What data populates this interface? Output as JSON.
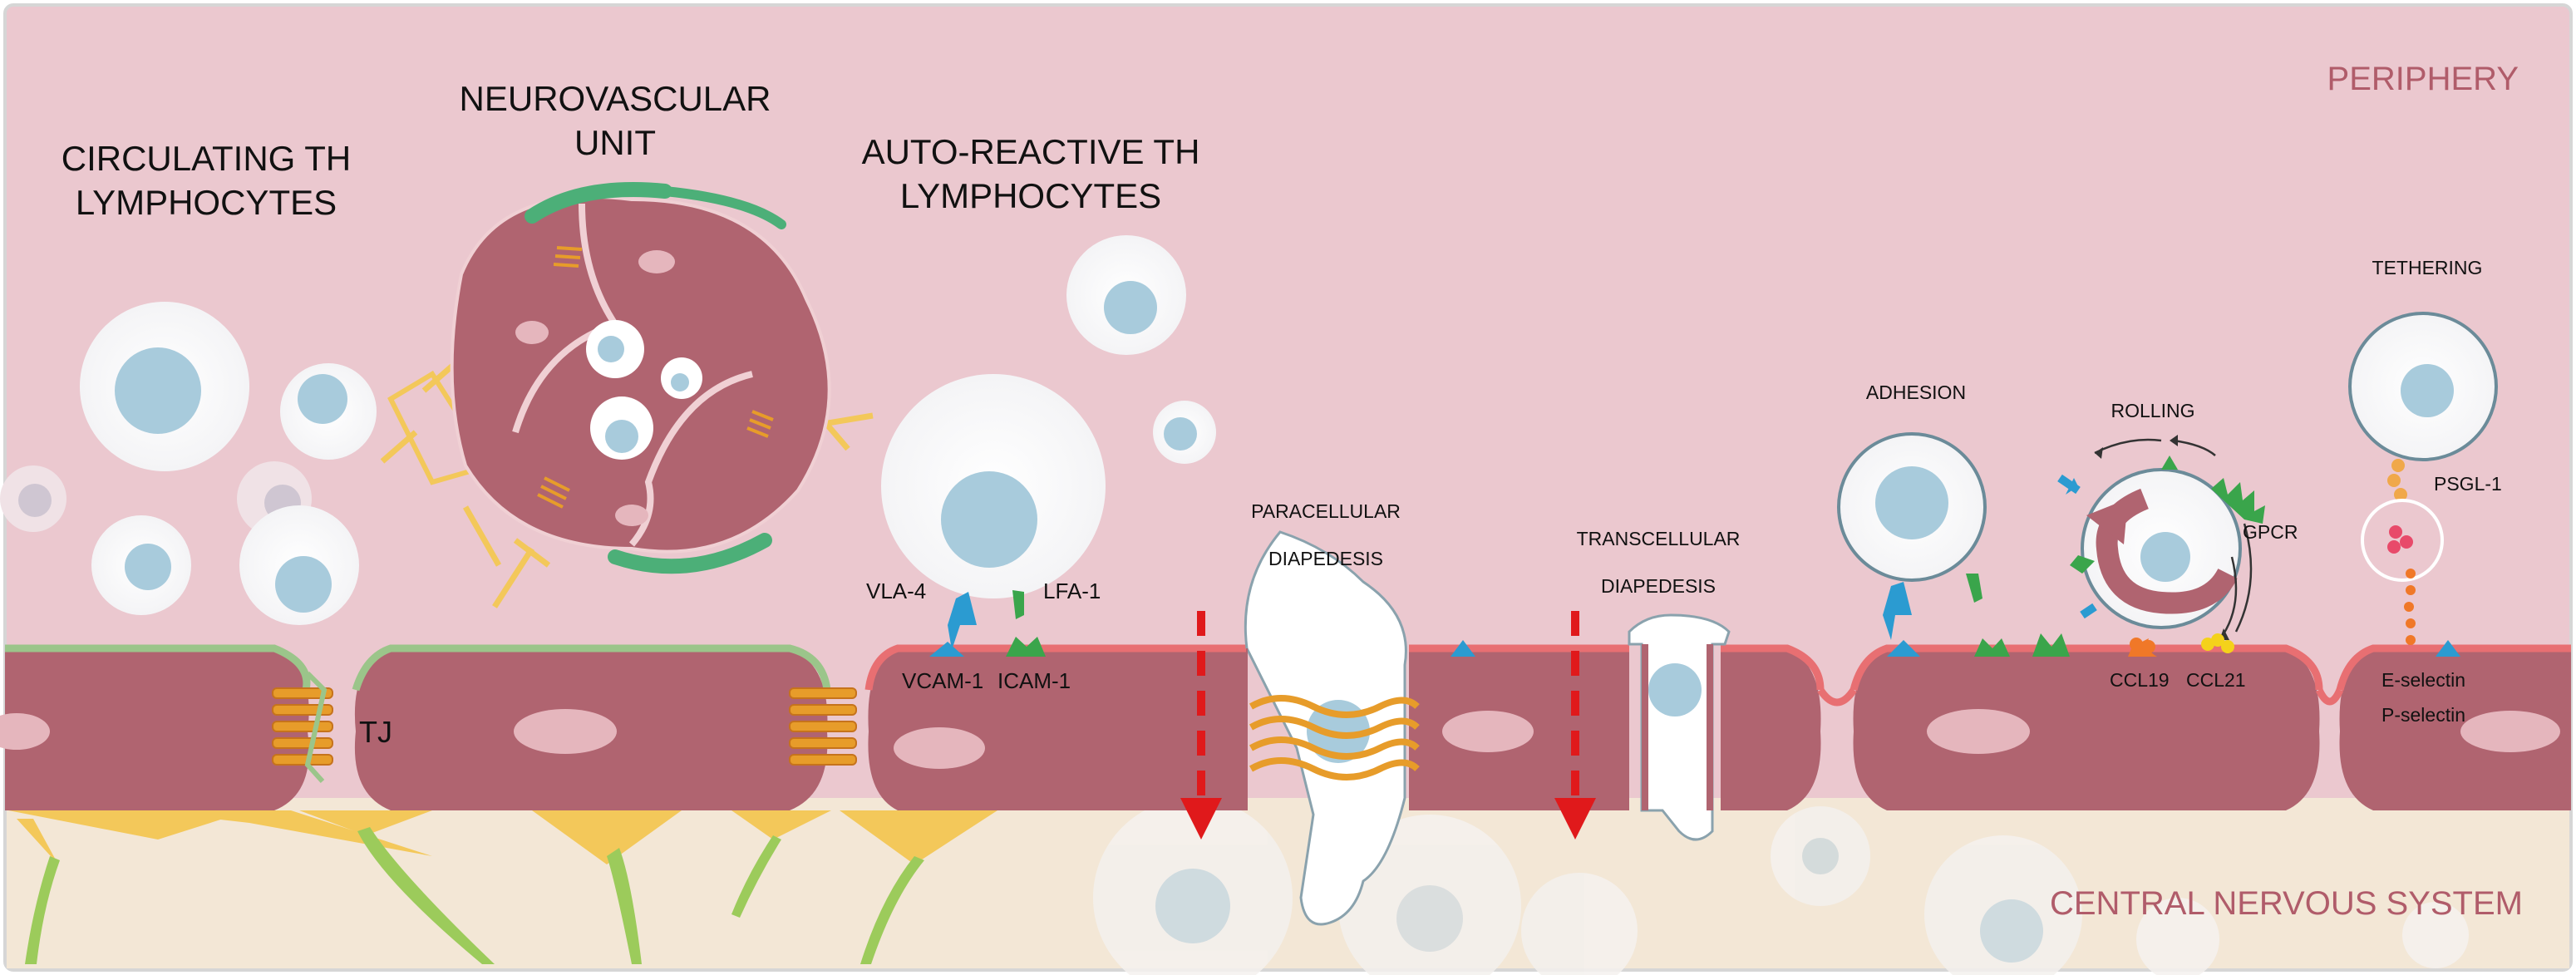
{
  "regions": {
    "periphery": "PERIPHERY",
    "cns": "CENTRAL NERVOUS SYSTEM"
  },
  "titles": {
    "circulating_line1": "CIRCULATING TH",
    "circulating_line2": "LYMPHOCYTES",
    "neurovascular_line1": "NEUROVASCULAR",
    "neurovascular_line2": "UNIT",
    "autoreactive_line1": "AUTO-REACTIVE TH",
    "autoreactive_line2": "LYMPHOCYTES"
  },
  "labels": {
    "tj": "TJ",
    "vla4": "VLA-4",
    "lfa1": "LFA-1",
    "vcam1": "VCAM-1",
    "icam1": "ICAM-1",
    "paracellular_line1": "PARACELLULAR",
    "paracellular_line2": "DIAPEDESIS",
    "transcellular_line1": "TRANSCELLULAR",
    "transcellular_line2": "DIAPEDESIS",
    "adhesion": "ADHESION",
    "rolling": "ROLLING",
    "gpcr": "GPCR",
    "ccl19": "CCL19",
    "ccl21": "CCL21",
    "tethering": "TETHERING",
    "psgl1": "PSGL-1",
    "eselectin": "E-selectin",
    "pselectin": "P-selectin"
  },
  "colors": {
    "periphery_bg": "#ebc8cf",
    "cns_bg": "#f3e7d6",
    "endothelium": "#b06470",
    "endothelium_nucleus": "#e5b6bd",
    "basal_lamina_active": "#e86f72",
    "basal_lamina_healthy": "#9bc58a",
    "astrocyte": "#f3c85a",
    "astrocyte_process": "#9ccb5b",
    "tight_junction": "#e79c2a",
    "lymphocyte_nucleus": "#a8cbdc",
    "vcam1": "#2b9bd1",
    "icam1": "#3aa54b",
    "arrow": "#e0191b",
    "ccl19": "#f07828",
    "ccl21": "#f4d21b",
    "psgl1": "#f0a84a",
    "region_text": "#b05c6a"
  }
}
